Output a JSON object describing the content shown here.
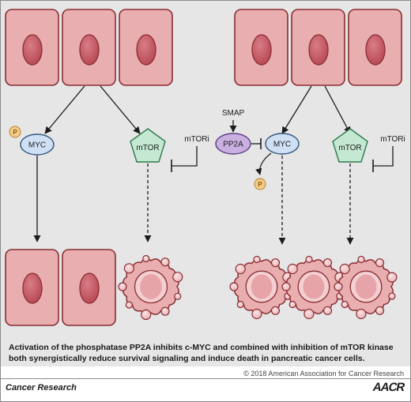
{
  "diagram": {
    "left_panel": {
      "nodes": {
        "myc": "MYC",
        "mtor": "mTOR",
        "mtor_inhibitor": "mTORi"
      },
      "phospho_tag": "P"
    },
    "right_panel": {
      "nodes": {
        "smap": "SMAP",
        "pp2a": "PP2A",
        "myc": "MYC",
        "mtor": "mTOR",
        "mtor_inhibitor": "mTORi"
      },
      "phospho_tag": "P"
    }
  },
  "caption": "Activation of the phosphatase PP2A inhibits c-MYC and combined with inhibition of mTOR kinase both synergistically reduce survival signaling and induce death in pancreatic cancer cells.",
  "copyright": "© 2018 American Association for Cancer Research",
  "footer": {
    "journal": "Cancer Research",
    "publisher": "AACR"
  },
  "colors": {
    "panel_background": "#e6e6e6",
    "cell_fill": "#e9aeb0",
    "cell_stroke": "#8a2e34",
    "nucleus_fill": "#c35a63",
    "myc_fill": "#cfe0f5",
    "mtor_fill": "#c5e8d2",
    "pp2a_fill": "#c9b0e0",
    "phospho_fill": "#f4cc8a"
  }
}
